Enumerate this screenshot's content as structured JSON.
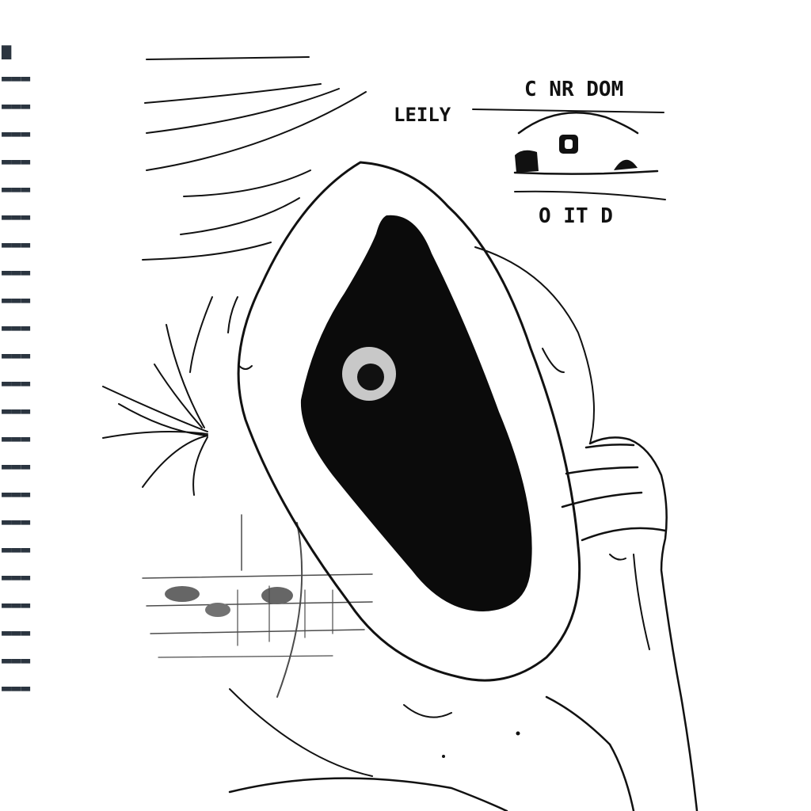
{
  "image": {
    "kind": "ink-illustration",
    "subject": "black oval with a single grey eye held by a hand"
  },
  "header_labels": {
    "left_label": "LEILY",
    "top_label": "C NR DOM",
    "bottom_label": "O IT D"
  },
  "margin_text": {
    "glyph_rows": [
      "▆",
      "▬▬▬",
      "▬▬▬",
      "▬▬▬",
      "▬▬▬",
      "▬▬▬",
      "▬▬▬",
      "▬▬▬",
      "▬▬▬",
      "▬▬▬",
      "▬▬▬",
      "▬▬▬",
      "▬▬▬",
      "▬▬▬",
      "▬▬▬",
      "▬▬▬",
      "▬▬▬",
      "▬▬▬",
      "▬▬▬",
      "▬▬▬",
      "▬▬▬",
      "▬▬▬",
      "▬▬▬",
      "▬▬▬"
    ]
  },
  "colors": {
    "ink": "#111111",
    "eye_ring": "#c8c8c8",
    "paper": "#ffffff",
    "margin_ink": "#2b3540"
  }
}
